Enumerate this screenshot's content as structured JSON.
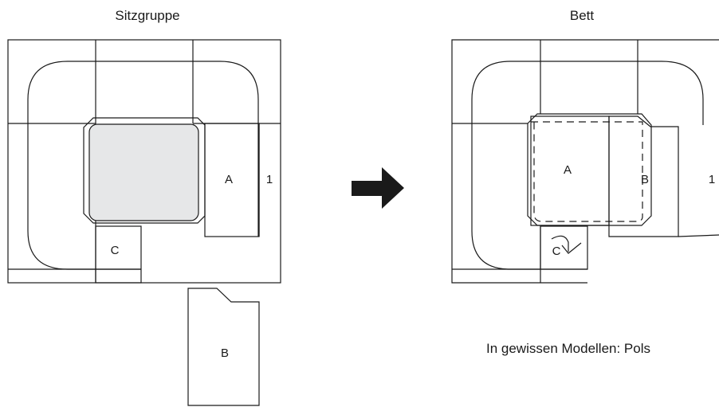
{
  "left_panel": {
    "title": "Sitzgruppe",
    "labels": {
      "a": "A",
      "one": "1",
      "c": "C",
      "b": "B"
    }
  },
  "right_panel": {
    "title": "Bett",
    "labels": {
      "a": "A",
      "b": "B",
      "one": "1",
      "c": "C"
    },
    "note": "In gewissen Modellen: Pols"
  },
  "icons": {
    "transition": "right-arrow-icon",
    "rotate": "rotate-arrow-icon"
  },
  "colors": {
    "line": "#1a1a1a",
    "cushion_fill": "#e6e7e8",
    "arrow": "#1a1a1a"
  }
}
